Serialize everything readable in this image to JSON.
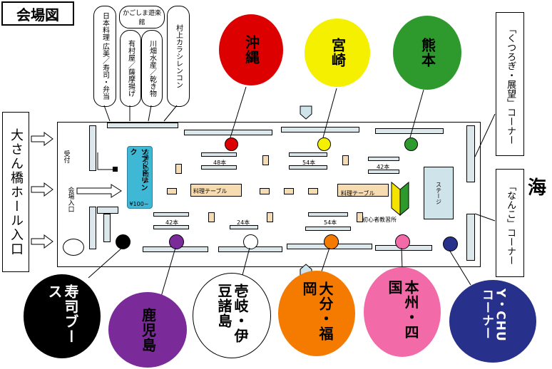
{
  "title": "会場図",
  "entrance": "大さん橋ホール入口",
  "sea": "海",
  "reception": "受付",
  "venue_entrance": "会場入口",
  "stage": "ステージ",
  "beginner_area": "初心者教習所",
  "drink_sign": {
    "line1": "お帰りの際は",
    "line2": "ソフトドリンク",
    "price": "¥100~"
  },
  "top_boxes": [
    {
      "label": "日本料理 広美／寿司・弁当"
    },
    {
      "label": "かごしま遊楽館"
    },
    {
      "label": "有村屋／薩摩揚げ"
    },
    {
      "label": "川畑水産／乾き物"
    },
    {
      "label": "村上カラシレンコン"
    }
  ],
  "corners": {
    "kurorogi": "「くつろぎ・展望」コーナー",
    "nanko": "「なんこ」コーナー"
  },
  "table_labels": {
    "t48": "48本",
    "t54a": "54本",
    "t42a": "42本",
    "t42b": "42本",
    "t24": "24本",
    "t54b": "54本",
    "cooking1": "料理テーブル",
    "cooking2": "料理テーブル"
  },
  "regions": {
    "okinawa": "沖縄",
    "miyazaki": "宮崎",
    "kumamoto": "熊本",
    "sushi": "寿司ブース",
    "kagoshima": "鹿児島",
    "iki": "壱岐・伊豆諸島",
    "oita": "大分・福岡",
    "honshu": "本州・四国",
    "ychu": "Y・CHUコーナー"
  },
  "colors": {
    "okinawa": "#dd0000",
    "miyazaki": "#f4f000",
    "kumamoto": "#2e9a2e",
    "sushi": "#000000",
    "kagoshima": "#7a2a99",
    "iki": "#ffffff",
    "oita": "#f57a00",
    "honshu": "#f36aa8",
    "ychu": "#27308a",
    "drink": "#3fb8d6",
    "table": "#f7dcb2",
    "booth": "#dbe7ea"
  }
}
